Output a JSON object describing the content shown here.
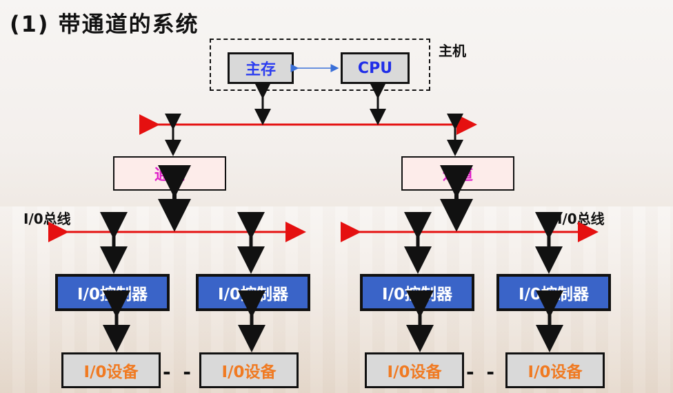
{
  "title": "(1) 带通道的系统",
  "host": {
    "label": "主机",
    "memory": "主存",
    "cpu": "CPU"
  },
  "channels": [
    {
      "label": "通道"
    },
    {
      "label": "通道"
    }
  ],
  "io_bus": {
    "left_label": "I/0总线",
    "right_label": "I/0总线"
  },
  "controllers": [
    {
      "label": "I/0控制器"
    },
    {
      "label": "I/0控制器"
    },
    {
      "label": "I/0控制器"
    },
    {
      "label": "I/0控制器"
    }
  ],
  "devices": [
    {
      "label": "I/0设备"
    },
    {
      "label": "I/0设备"
    },
    {
      "label": "I/0设备"
    },
    {
      "label": "I/0设备"
    }
  ],
  "separators": {
    "left": "- -",
    "right": "- -"
  },
  "colors": {
    "bus": "#e51010",
    "memory_text": "#2b3cf0",
    "channel_text": "#e020c8",
    "controller_bg": "#3a64c8",
    "device_text": "#f07a22"
  }
}
